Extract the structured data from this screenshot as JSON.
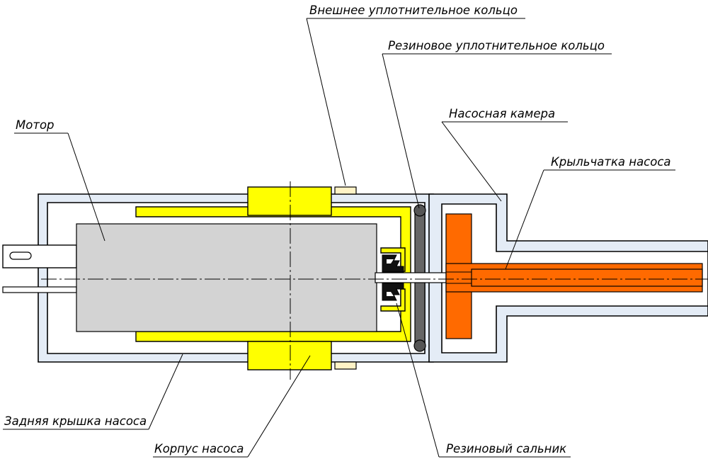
{
  "labels": {
    "outer_seal_ring": "Внешнее уплотнительное кольцо",
    "rubber_seal_ring": "Резиновое уплотнительное кольцо",
    "pump_chamber": "Насосная камера",
    "impeller": "Крыльчатка насоса",
    "motor": "Мотор",
    "rear_cover": "Задняя крышка насоса",
    "pump_body": "Корпус насоса",
    "rubber_gland": "Резиновый сальник"
  },
  "colors": {
    "housing": "#e4ecf6",
    "bracket": "#ffff00",
    "motor": "#d3d3d3",
    "seal_ring": "#666666",
    "impeller": "#ff6a00",
    "outer_ring": "#fff3c6"
  }
}
